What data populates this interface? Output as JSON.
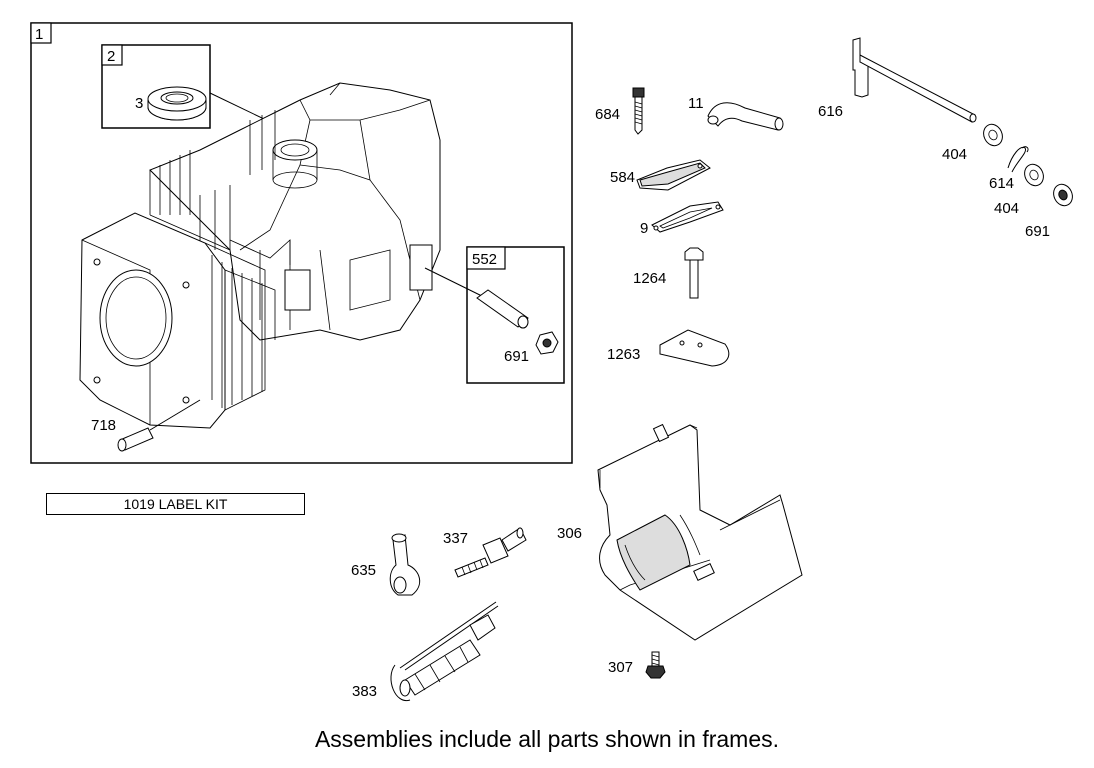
{
  "frames": [
    {
      "id": "1",
      "label": "1"
    },
    {
      "id": "2",
      "label": "2"
    },
    {
      "id": "552",
      "label": "552"
    }
  ],
  "parts": {
    "p3": "3",
    "p718": "718",
    "p691a": "691",
    "p684": "684",
    "p11": "11",
    "p616": "616",
    "p404a": "404",
    "p614": "614",
    "p404b": "404",
    "p691b": "691",
    "p584": "584",
    "p9": "9",
    "p1264": "1264",
    "p1263": "1263",
    "p635": "635",
    "p337": "337",
    "p306": "306",
    "p307": "307",
    "p383": "383"
  },
  "label_kit": "1019 LABEL KIT",
  "caption": "Assemblies include all parts shown in frames."
}
